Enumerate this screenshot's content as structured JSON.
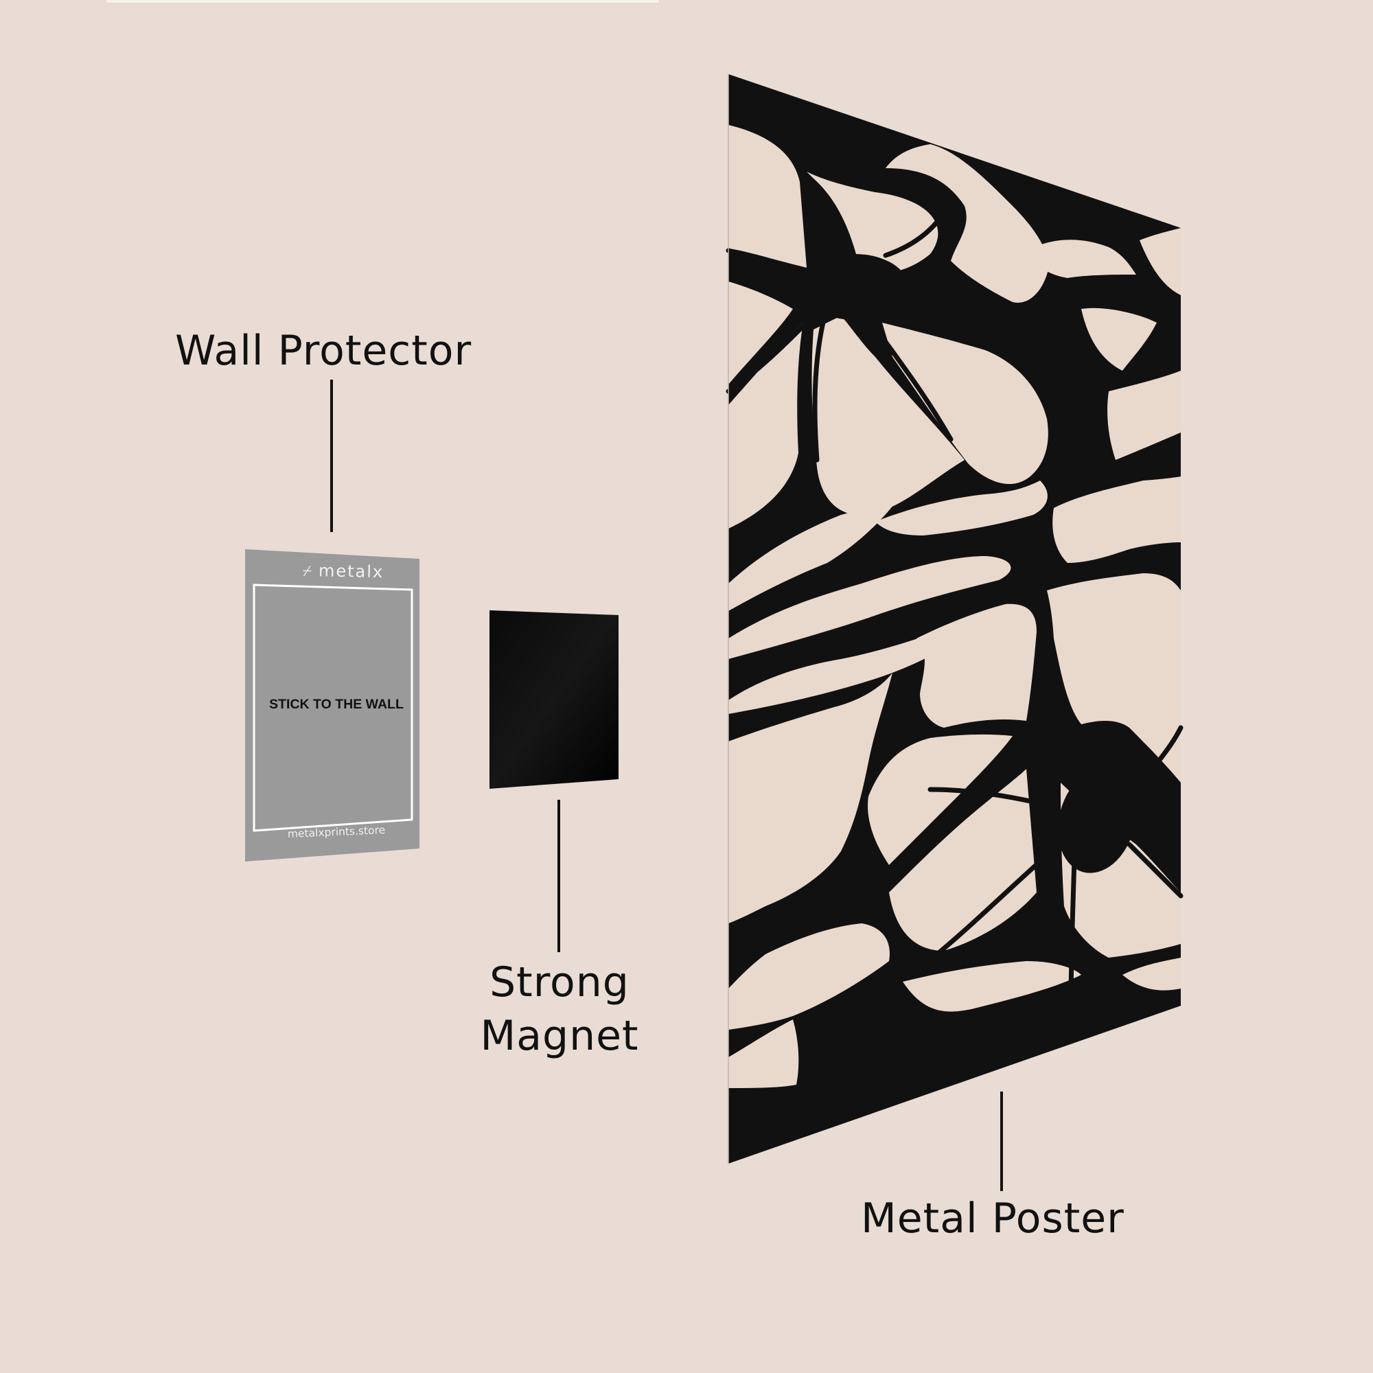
{
  "scene": {
    "background_color": "#e8dcd4",
    "ink_color": "#111111",
    "poster_fill_color": "#e9d9cc"
  },
  "labels": {
    "wall_protector": "Wall Protector",
    "strong_magnet_line1": "Strong",
    "strong_magnet_line2": "Magnet",
    "metal_poster": "Metal Poster"
  },
  "wall_protector": {
    "brand_mark": "⌿",
    "brand_name": "metalx",
    "instruction": "STICK TO THE WALL",
    "website": "metalxprints.store",
    "panel_color": "#9a9a9a",
    "border_color": "#ffffff"
  },
  "magnet": {
    "color": "#050505"
  },
  "poster": {
    "artwork": "abstract black-and-cream flowers"
  }
}
